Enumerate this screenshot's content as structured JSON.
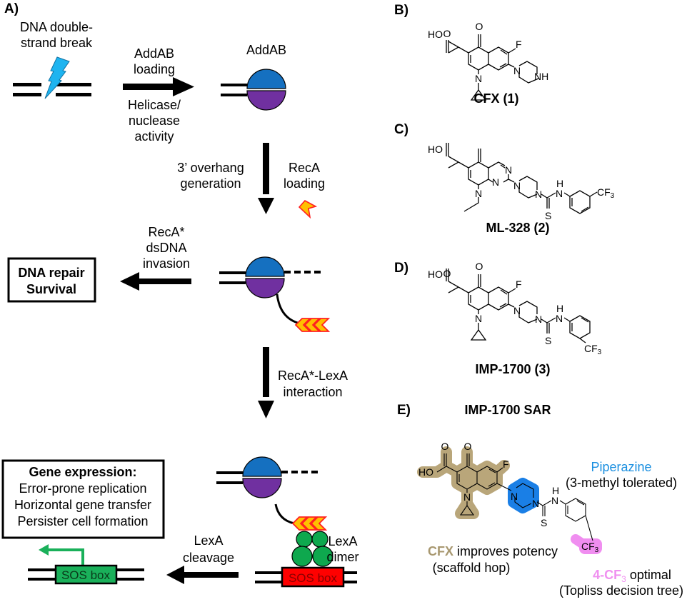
{
  "colors": {
    "addA_blue": "#1570c0",
    "addB_purple": "#7030a0",
    "reca_orange": "#ffc000",
    "reca_outline": "#ff2020",
    "lexa_green": "#0ea84e",
    "sos_red": "#ff0000",
    "sos_green": "#1ab05a",
    "promoter_arrow": "#1ab05a",
    "bolt_blue": "#1eb4f0",
    "cfx_highlight": "#b9a67a",
    "cfx_text": "#a89870",
    "piperazine_highlight": "#1a7fe6",
    "piperazine_text": "#1a8fe0",
    "cf3_highlight": "#f08ef0",
    "cf3_text": "#f090f0"
  },
  "panelA": {
    "label": "A)",
    "dsb": {
      "line1": "DNA double-",
      "line2": "strand break"
    },
    "step1": {
      "top1": "AddAB",
      "top2": "loading",
      "bot1": "Helicase/",
      "bot2": "nuclease",
      "bot3": "activity"
    },
    "addab_label": "AddAB",
    "step2": {
      "left1": "3’ overhang",
      "left2": "generation",
      "right1": "RecA",
      "right2": "loading"
    },
    "step3": {
      "line1": "RecA*",
      "line2": "dsDNA",
      "line3": "invasion"
    },
    "repair_box": {
      "line1": "DNA repair",
      "line2": "Survival"
    },
    "step4": {
      "line1": "RecA*-LexA",
      "line2": "interaction"
    },
    "gene_box": {
      "title": "Gene expression:",
      "items": [
        "Error-prone replication",
        "Horizontal gene transfer",
        "Persister cell formation"
      ]
    },
    "step5": {
      "line1": "LexA",
      "line2": "cleavage"
    },
    "lexa_dimer": {
      "line1": "LexA",
      "line2": "dimer"
    },
    "sos_box_label": "SOS box"
  },
  "panelB": {
    "label": "B)",
    "compound": "CFX (1)"
  },
  "panelC": {
    "label": "C)",
    "compound": "ML-328 (2)"
  },
  "panelD": {
    "label": "D)",
    "compound": "IMP-1700 (3)"
  },
  "panelE": {
    "label": "E)",
    "title": "IMP-1700 SAR",
    "piperazine": {
      "name": "Piperazine",
      "note": "(3-methyl tolerated)"
    },
    "cfx": {
      "name": "CFX",
      "rest": " improves potency",
      "note": "(scaffold hop)"
    },
    "cf3": {
      "name": "4-CF",
      "sub": "3",
      "rest": " optimal",
      "note": "(Topliss decision tree)"
    }
  },
  "atoms": {
    "O": "O",
    "HO": "HO",
    "F": "F",
    "N": "N",
    "NH": "NH",
    "H": "H",
    "S": "S",
    "CF": "CF",
    "sub3": "3"
  }
}
